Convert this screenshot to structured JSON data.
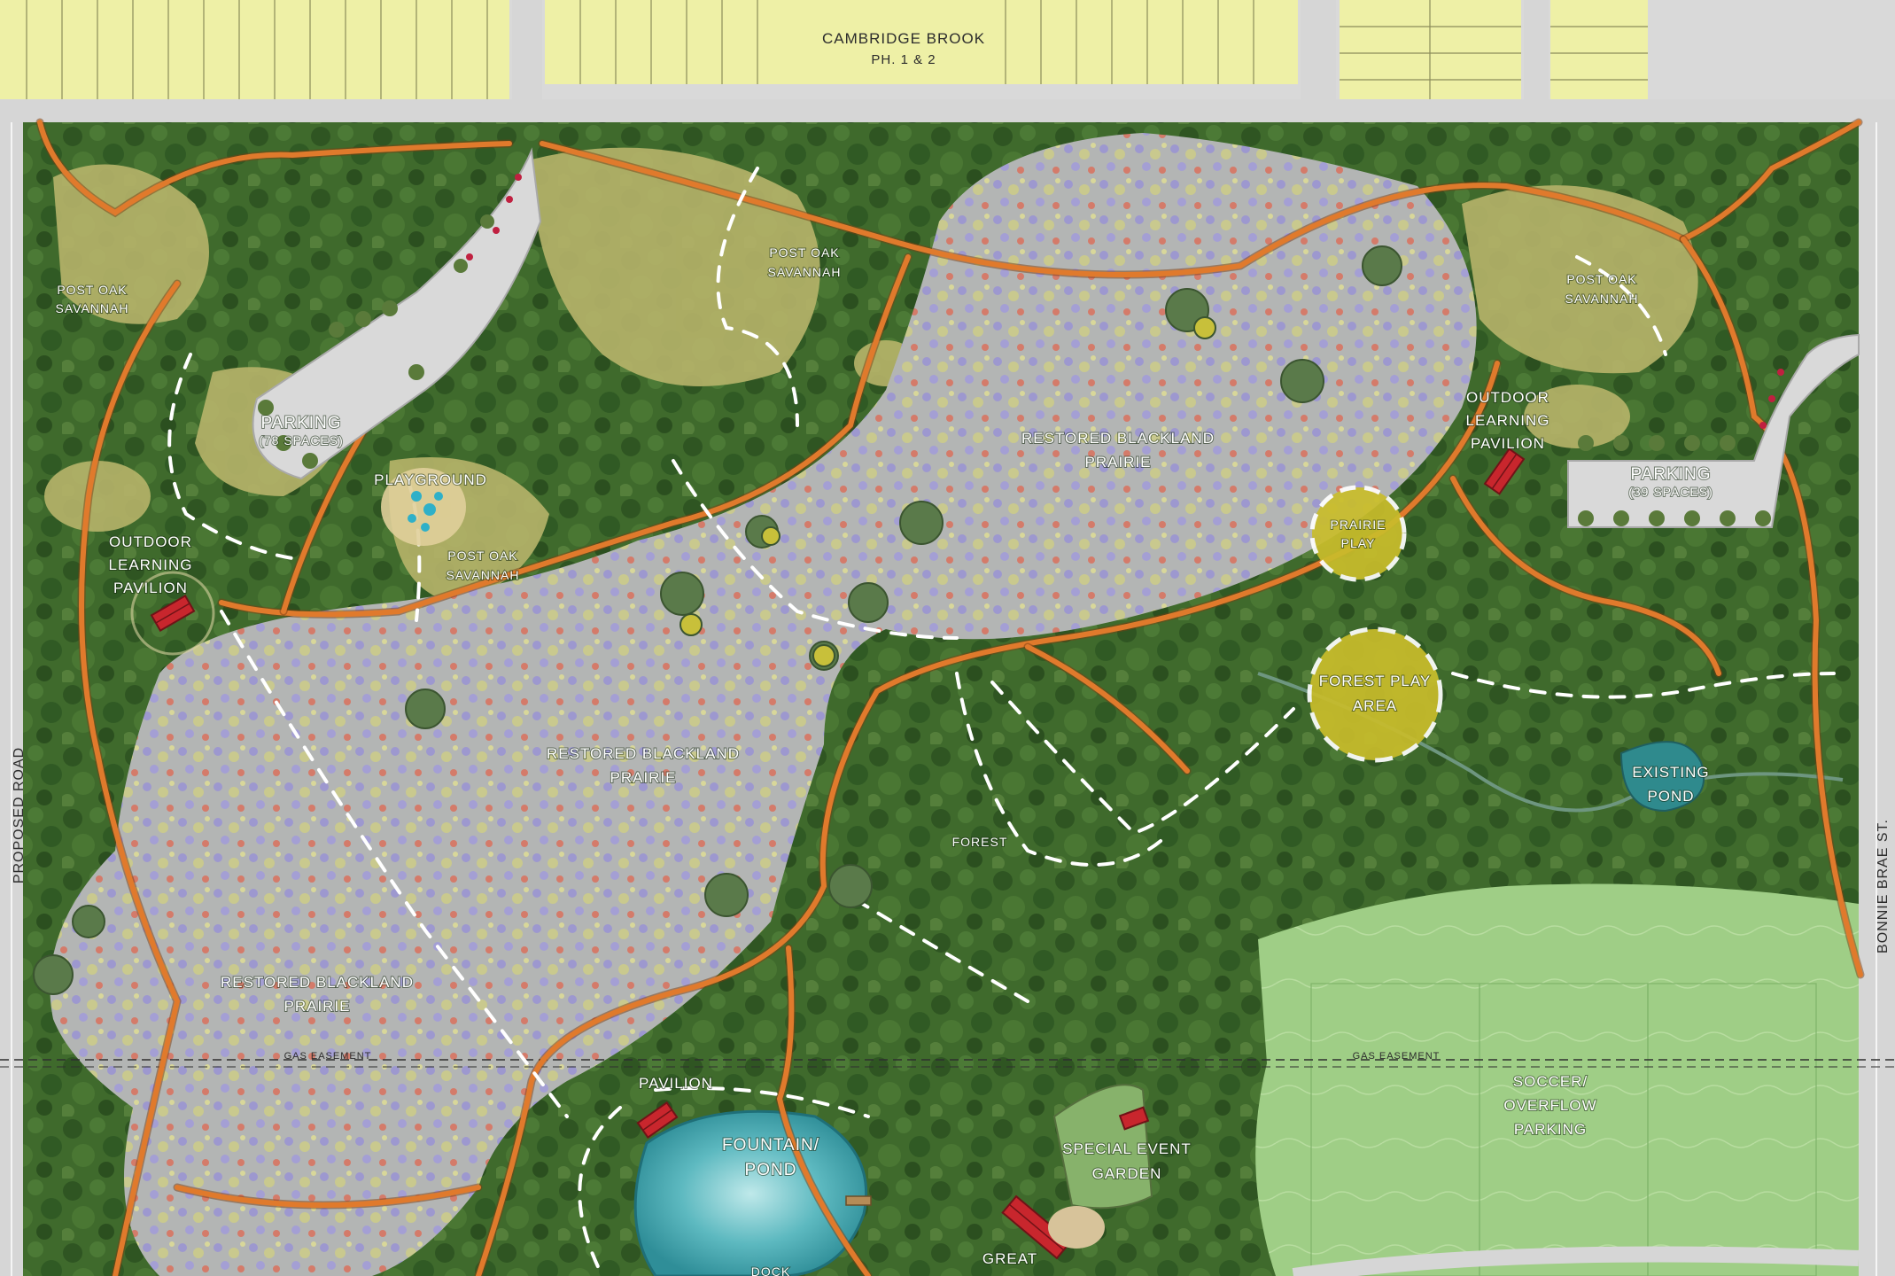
{
  "colors": {
    "forest": "#3f6a2c",
    "forest_dark": "#2d5020",
    "savanna": "#b9b66a",
    "prairie": "#a9a8c4",
    "field": "#9fce86",
    "lots": "#eef0a6",
    "street": "#d9d9d9",
    "trail": "#e07a2c",
    "pond": "#3fa4ad",
    "pavilion": "#c8262d",
    "play_area": "#c9bd2b"
  },
  "neighborhood": {
    "line1": "CAMBRIDGE BROOK",
    "line2": "PH. 1 & 2"
  },
  "streets": {
    "west": "PROPOSED ROAD",
    "east": "BONNIE BRAE ST."
  },
  "labels": {
    "savanna_nw": [
      "POST OAK",
      "SAVANNAH"
    ],
    "savanna_north": [
      "POST OAK",
      "SAVANNAH"
    ],
    "savanna_ne": [
      "POST OAK",
      "SAVANNAH"
    ],
    "savanna_center": [
      "POST OAK",
      "SAVANNAH"
    ],
    "parking_west": {
      "title": "PARKING",
      "spaces": "(78 SPACES)"
    },
    "parking_east": {
      "title": "PARKING",
      "spaces": "(39 SPACES)"
    },
    "playground": "PLAYGROUND",
    "pavilion_west": [
      "OUTDOOR",
      "LEARNING",
      "PAVILION"
    ],
    "pavilion_east": [
      "OUTDOOR",
      "LEARNING",
      "PAVILION"
    ],
    "prairie_north": [
      "RESTORED BLACKLAND",
      "PRAIRIE"
    ],
    "prairie_center": [
      "RESTORED BLACKLAND",
      "PRAIRIE"
    ],
    "prairie_sw": [
      "RESTORED BLACKLAND",
      "PRAIRIE"
    ],
    "prairie_play": [
      "PRAIRIE",
      "PLAY"
    ],
    "forest_play": [
      "FOREST PLAY",
      "AREA"
    ],
    "forest": "FOREST",
    "existing_pond": [
      "EXISTING",
      "POND"
    ],
    "pavilion_south": "PAVILION",
    "fountain_pond": [
      "FOUNTAIN/",
      "POND"
    ],
    "special_event": [
      "SPECIAL EVENT",
      "GARDEN"
    ],
    "great_pavilion": "GREAT",
    "soccer": [
      "SOCCER/",
      "OVERFLOW",
      "PARKING"
    ],
    "dock": "DOCK",
    "easement_west": "GAS EASEMENT",
    "easement_east": "GAS EASEMENT"
  }
}
